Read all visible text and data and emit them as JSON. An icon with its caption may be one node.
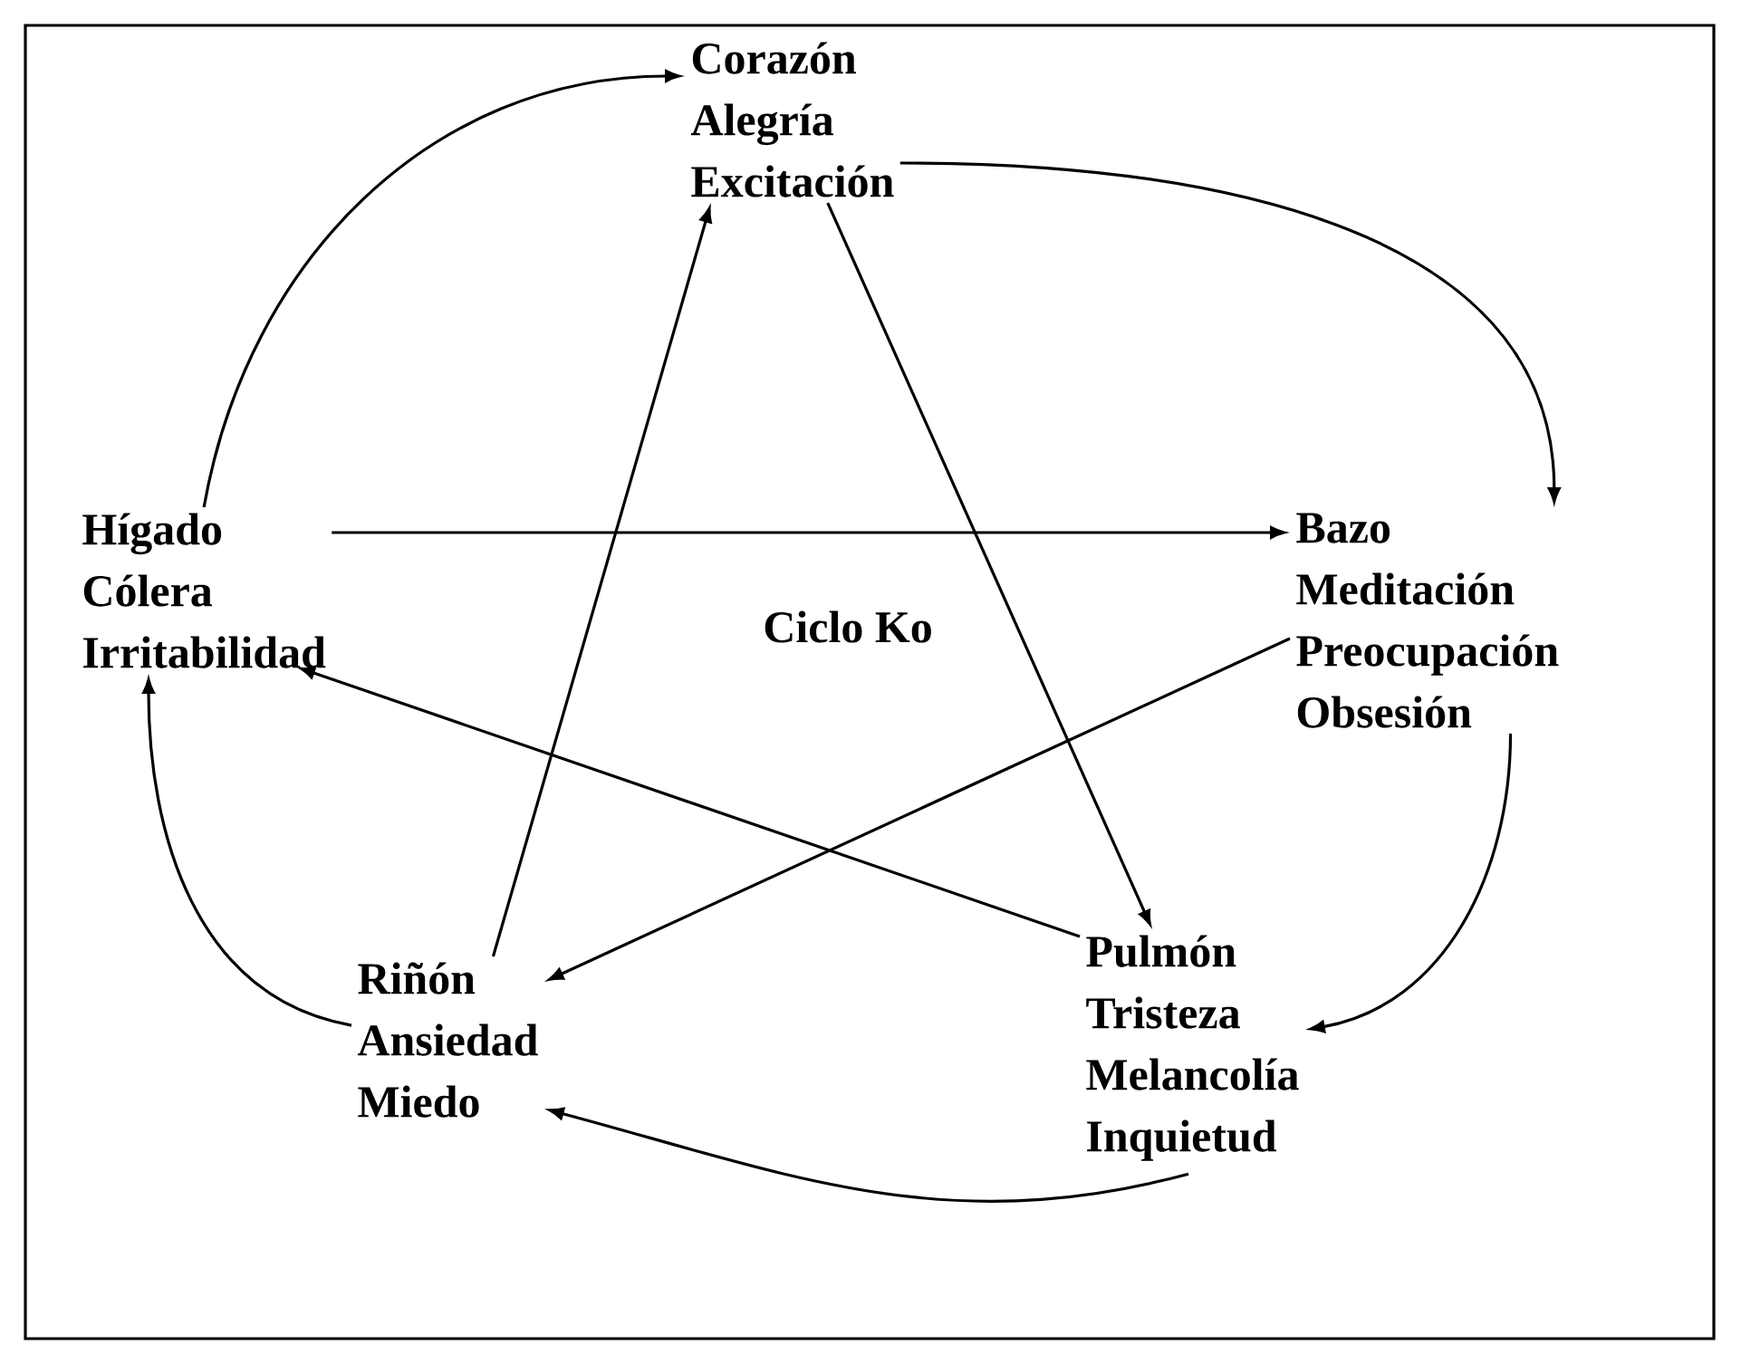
{
  "diagram": {
    "nodes": [
      {
        "text": [
          "Corazón",
          "Alegría",
          "Excitación"
        ]
      },
      {
        "text": [
          "Bazo",
          "Meditación",
          "Preocupación",
          "Obsesión"
        ]
      },
      {
        "text": [
          "Pulmón",
          "Tristeza",
          "Melancolía",
          "Inquietud"
        ]
      },
      {
        "text": [
          "Riñón",
          "Ansiedad",
          "Miedo"
        ]
      },
      {
        "text": [
          "Hígado",
          "Cólera",
          "Irritabilidad"
        ]
      }
    ],
    "edges": [
      {
        "from": 4,
        "to": 0,
        "arrow": "to"
      },
      {
        "from": 0,
        "to": 1,
        "arrow": "to"
      },
      {
        "from": 1,
        "to": 2,
        "arrow": "to"
      },
      {
        "from": 2,
        "to": 3,
        "arrow": "to"
      },
      {
        "from": 3,
        "to": 4,
        "arrow": "to"
      },
      {
        "from": 4,
        "to": 1,
        "arrow": "to"
      },
      {
        "from": 0,
        "to": 2,
        "arrow": "to"
      },
      {
        "from": 2,
        "to": 4,
        "arrow": "to"
      },
      {
        "from": 1,
        "to": 3,
        "arrow": "to"
      },
      {
        "from": 3,
        "to": 0,
        "arrow": "to"
      }
    ],
    "labels": [
      "Ciclo Ko"
    ]
  }
}
